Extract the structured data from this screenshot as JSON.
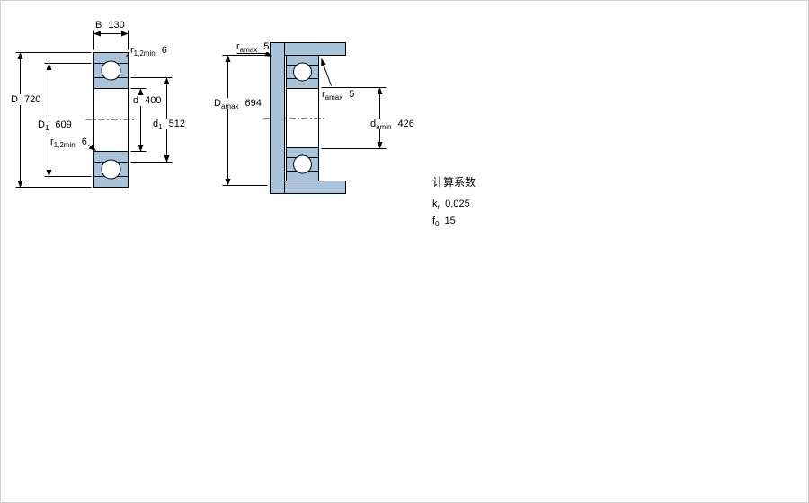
{
  "colors": {
    "bearing_fill": "#a9c4da",
    "line": "#000000"
  },
  "left_drawing": {
    "description": "bearing cross-section with boundary dimensions",
    "dims": {
      "B": {
        "sym": "B",
        "sub": "",
        "value": "130"
      },
      "r12_top": {
        "sym": "r",
        "sub": "1,2min",
        "value": "6"
      },
      "D": {
        "sym": "D",
        "sub": "",
        "value": "720"
      },
      "D1": {
        "sym": "D",
        "sub": "1",
        "value": "609"
      },
      "d": {
        "sym": "d",
        "sub": "",
        "value": "400"
      },
      "d1": {
        "sym": "d",
        "sub": "1",
        "value": "512"
      },
      "r12_bot": {
        "sym": "r",
        "sub": "1,2min",
        "value": "6"
      }
    }
  },
  "right_drawing": {
    "description": "abutment and fillet dimensions",
    "dims": {
      "ra_top": {
        "sym": "r",
        "sub": "amax",
        "value": "5"
      },
      "Da": {
        "sym": "D",
        "sub": "amax",
        "value": "694"
      },
      "ra_mid": {
        "sym": "r",
        "sub": "amax",
        "value": "5"
      },
      "da": {
        "sym": "d",
        "sub": "amin",
        "value": "426"
      }
    }
  },
  "calculation_factors": {
    "title": "计算系数",
    "rows": [
      {
        "sym": "k",
        "sub": "r",
        "value": "0,025"
      },
      {
        "sym": "f",
        "sub": "0",
        "value": "15"
      }
    ]
  }
}
